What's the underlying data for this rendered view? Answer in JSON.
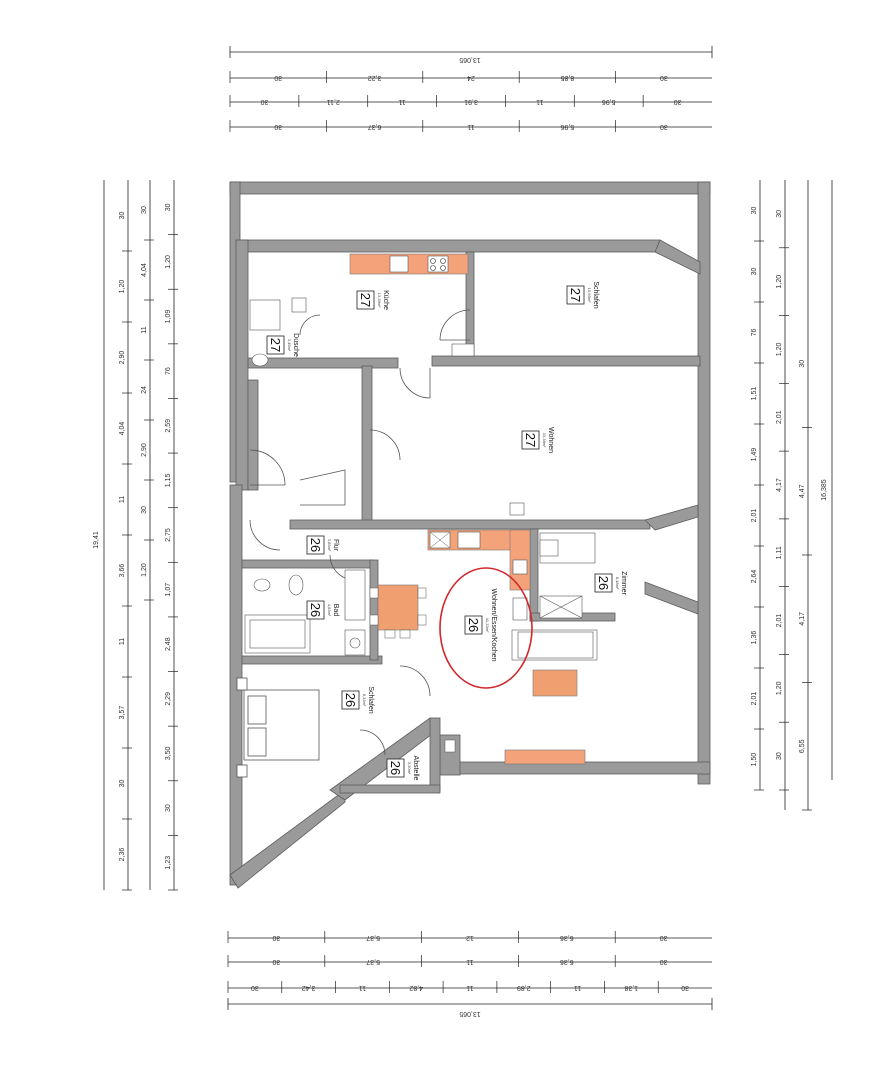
{
  "overall": {
    "width_label": "13,065",
    "depth_label": "19,41",
    "depth_right_label": "16,385"
  },
  "rooms": [
    {
      "id": "kueche",
      "name": "Küche",
      "area": "13,38m²",
      "num": "27"
    },
    {
      "id": "dusche",
      "name": "Dusche",
      "area": "3,45m²",
      "num": "27"
    },
    {
      "id": "schlafen_top",
      "name": "Schlafen",
      "area": "15,95m²",
      "num": "27"
    },
    {
      "id": "wohnen",
      "name": "Wohnen",
      "area": "33,38m²",
      "num": "27"
    },
    {
      "id": "flur",
      "name": "Flur",
      "area": "3,85m²",
      "num": "26"
    },
    {
      "id": "bad",
      "name": "Bad",
      "area": "4,83m²",
      "num": "26"
    },
    {
      "id": "zimmer",
      "name": "Zimmer",
      "area": "8,48m²",
      "num": "26"
    },
    {
      "id": "wek",
      "name": "Wohnen/Essen/Kochen",
      "area": "41,33m²",
      "num": "26"
    },
    {
      "id": "schlafen_bottom",
      "name": "Schlafen",
      "area": "8,33m²",
      "num": "26"
    },
    {
      "id": "abstell",
      "name": "Abstelle",
      "area": "3,20m²",
      "num": "26"
    }
  ],
  "dims_top_row1": [
    "30",
    "3,22",
    "24",
    "8,85",
    "30"
  ],
  "dims_top_row2": [
    "30",
    "2,11",
    "11",
    "3,91",
    "11",
    "5,96",
    "30"
  ],
  "dims_top_row3": [
    "30",
    "6,37",
    "11",
    "5,96",
    "30"
  ],
  "dims_bottom_row1": [
    "30",
    "5,37",
    "12",
    "6,36",
    "30"
  ],
  "dims_bottom_row2": [
    "30",
    "5,37",
    "11",
    "6,36",
    "30"
  ],
  "dims_bottom_row3": [
    "30",
    "3,42",
    "11",
    "4,82",
    "11",
    "2,89",
    "11",
    "1,38",
    "30"
  ],
  "dims_left_a": [
    "1,23",
    "30",
    "3,50",
    "2,29",
    "2,48",
    "1,07",
    "2,75",
    "1,15",
    "2,59",
    "76",
    "1,09",
    "1,20",
    "30"
  ],
  "dims_left_b": [
    "1,20",
    "30",
    "2,90",
    "24",
    "11",
    "4,04",
    "30"
  ],
  "dims_left_c": [
    "2,36",
    "30",
    "3,57",
    "11",
    "3,66",
    "11",
    "4,04",
    "2,90",
    "1,20",
    "30"
  ],
  "dims_right_a": [
    "30",
    "1,20",
    "2,01",
    "1,11",
    "4,17",
    "2,01",
    "1,20",
    "1,20",
    "30"
  ],
  "dims_right_b": [
    "1,50",
    "2,01",
    "1,36",
    "2,64",
    "2,01",
    "1,49",
    "1,51",
    "76",
    "30",
    "30"
  ],
  "dims_right_c": [
    "6,55",
    "4,17",
    "4,47",
    "30"
  ],
  "markup": {
    "circle_color": "#d0282d"
  },
  "colors": {
    "wall": "#9a9a9a",
    "wall_dark": "#6e6e6e",
    "counter": "#f3a27a",
    "orange_block": "#f0a070"
  }
}
